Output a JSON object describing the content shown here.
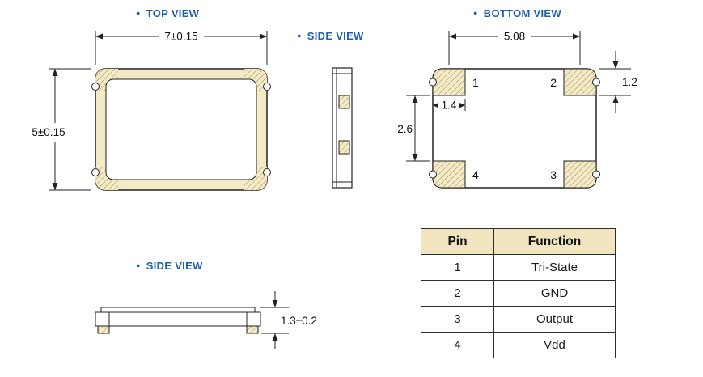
{
  "colors": {
    "label_blue": "#1e5fb0",
    "line": "#222222",
    "pad_fill": "#f4ebc6",
    "hatch_line": "#9b8c54",
    "table_header_bg": "#f1e5bf"
  },
  "views": {
    "top": {
      "bullet": "●",
      "label": "TOP VIEW",
      "dim_width": "7±0.15",
      "dim_height": "5±0.15"
    },
    "side_upper": {
      "bullet": "●",
      "label": "SIDE VIEW"
    },
    "bottom": {
      "bullet": "●",
      "label": "BOTTOM VIEW",
      "dim_pad_pitch": "5.08",
      "dim_pad_height": "1.2",
      "dim_pad_gap": "2.6",
      "dim_pad_width": "1.4",
      "pad_numbers": {
        "top_left": "1",
        "top_right": "2",
        "bottom_left": "4",
        "bottom_right": "3"
      }
    },
    "side_lower": {
      "bullet": "●",
      "label": "SIDE VIEW",
      "dim_thickness": "1.3±0.2"
    }
  },
  "pin_table": {
    "headers": [
      "Pin",
      "Function"
    ],
    "rows": [
      {
        "pin": "1",
        "function": "Tri-State"
      },
      {
        "pin": "2",
        "function": "GND"
      },
      {
        "pin": "3",
        "function": "Output"
      },
      {
        "pin": "4",
        "function": "Vdd"
      }
    ]
  }
}
